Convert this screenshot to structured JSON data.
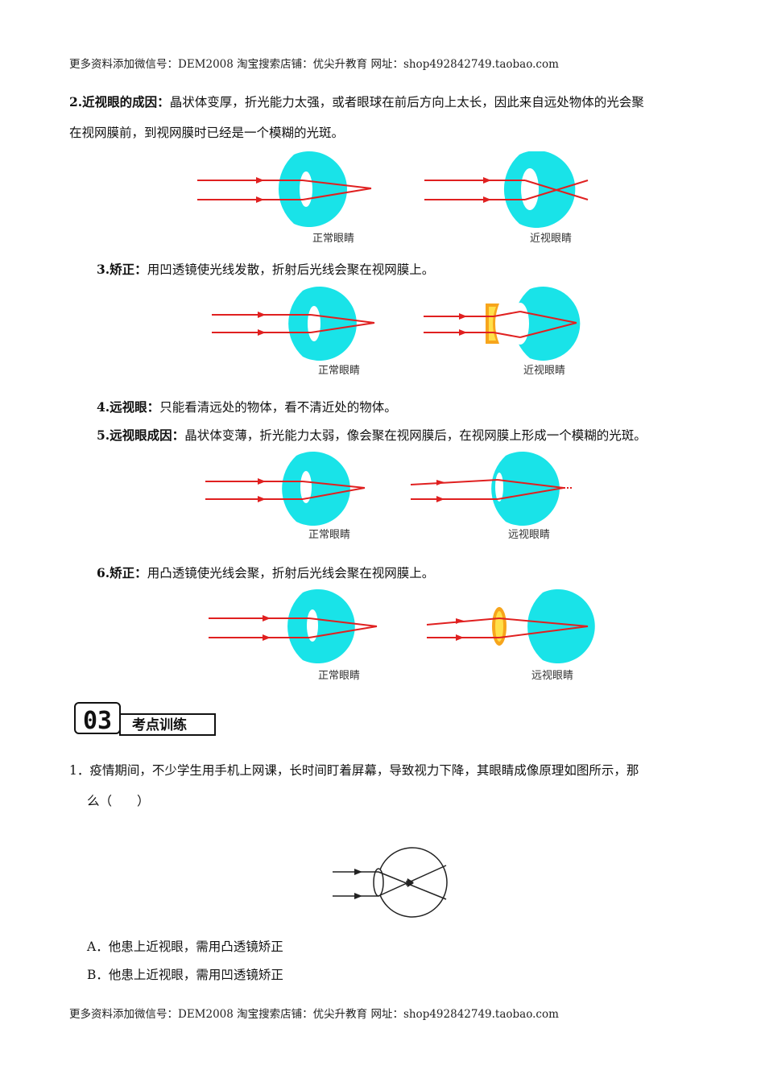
{
  "header": "更多资料添加微信号：DEM2008  淘宝搜索店铺：优尖升教育  网址：shop492842749.taobao.com",
  "footer": "更多资料添加微信号：DEM2008  淘宝搜索店铺：优尖升教育  网址：shop492842749.taobao.com",
  "item2": {
    "label": "2.近视眼的成因：",
    "line1": "晶状体变厚，折光能力太强，或者眼球在前后方向上太长，因此来自远处物体的光会聚",
    "line2": "在视网膜前，到视网膜时已经是一个模糊的光斑。"
  },
  "item3": {
    "label": "3.矫正：",
    "text": "用凹透镜使光线发散，折射后光线会聚在视网膜上。"
  },
  "item4": {
    "label": "4.远视眼：",
    "text": "只能看清远处的物体，看不清近处的物体。"
  },
  "item5": {
    "label": "5.远视眼成因：",
    "text": "晶状体变薄，折光能力太弱，像会聚在视网膜后，在视网膜上形成一个模糊的光斑。"
  },
  "item6": {
    "label": "6.矫正：",
    "text": "用凸透镜使光线会聚，折射后光线会聚在视网膜上。"
  },
  "captions": {
    "fig1_left": "正常眼睛",
    "fig1_right": "近视眼睛",
    "fig2_left": "正常眼睛",
    "fig2_right": "近视眼睛",
    "fig3_left": "正常眼睛",
    "fig3_right": "远视眼睛",
    "fig4_left": "正常眼睛",
    "fig4_right": "远视眼睛"
  },
  "section": {
    "number": "03",
    "title": "考点训练"
  },
  "question1": {
    "line1": "1．疫情期间，不少学生用手机上网课，长时间盯着屏幕，导致视力下降，其眼睛成像原理如图所示，那",
    "line2": "么（　　）",
    "options": [
      "A．他患上近视眼，需用凸透镜矫正",
      "B．他患上近视眼，需用凹透镜矫正"
    ]
  },
  "colors": {
    "eye": "#19e3e8",
    "ray": "#e02020",
    "lens": "#ffffff",
    "concave": "#f7a51c",
    "convex": "#f7a51c"
  }
}
